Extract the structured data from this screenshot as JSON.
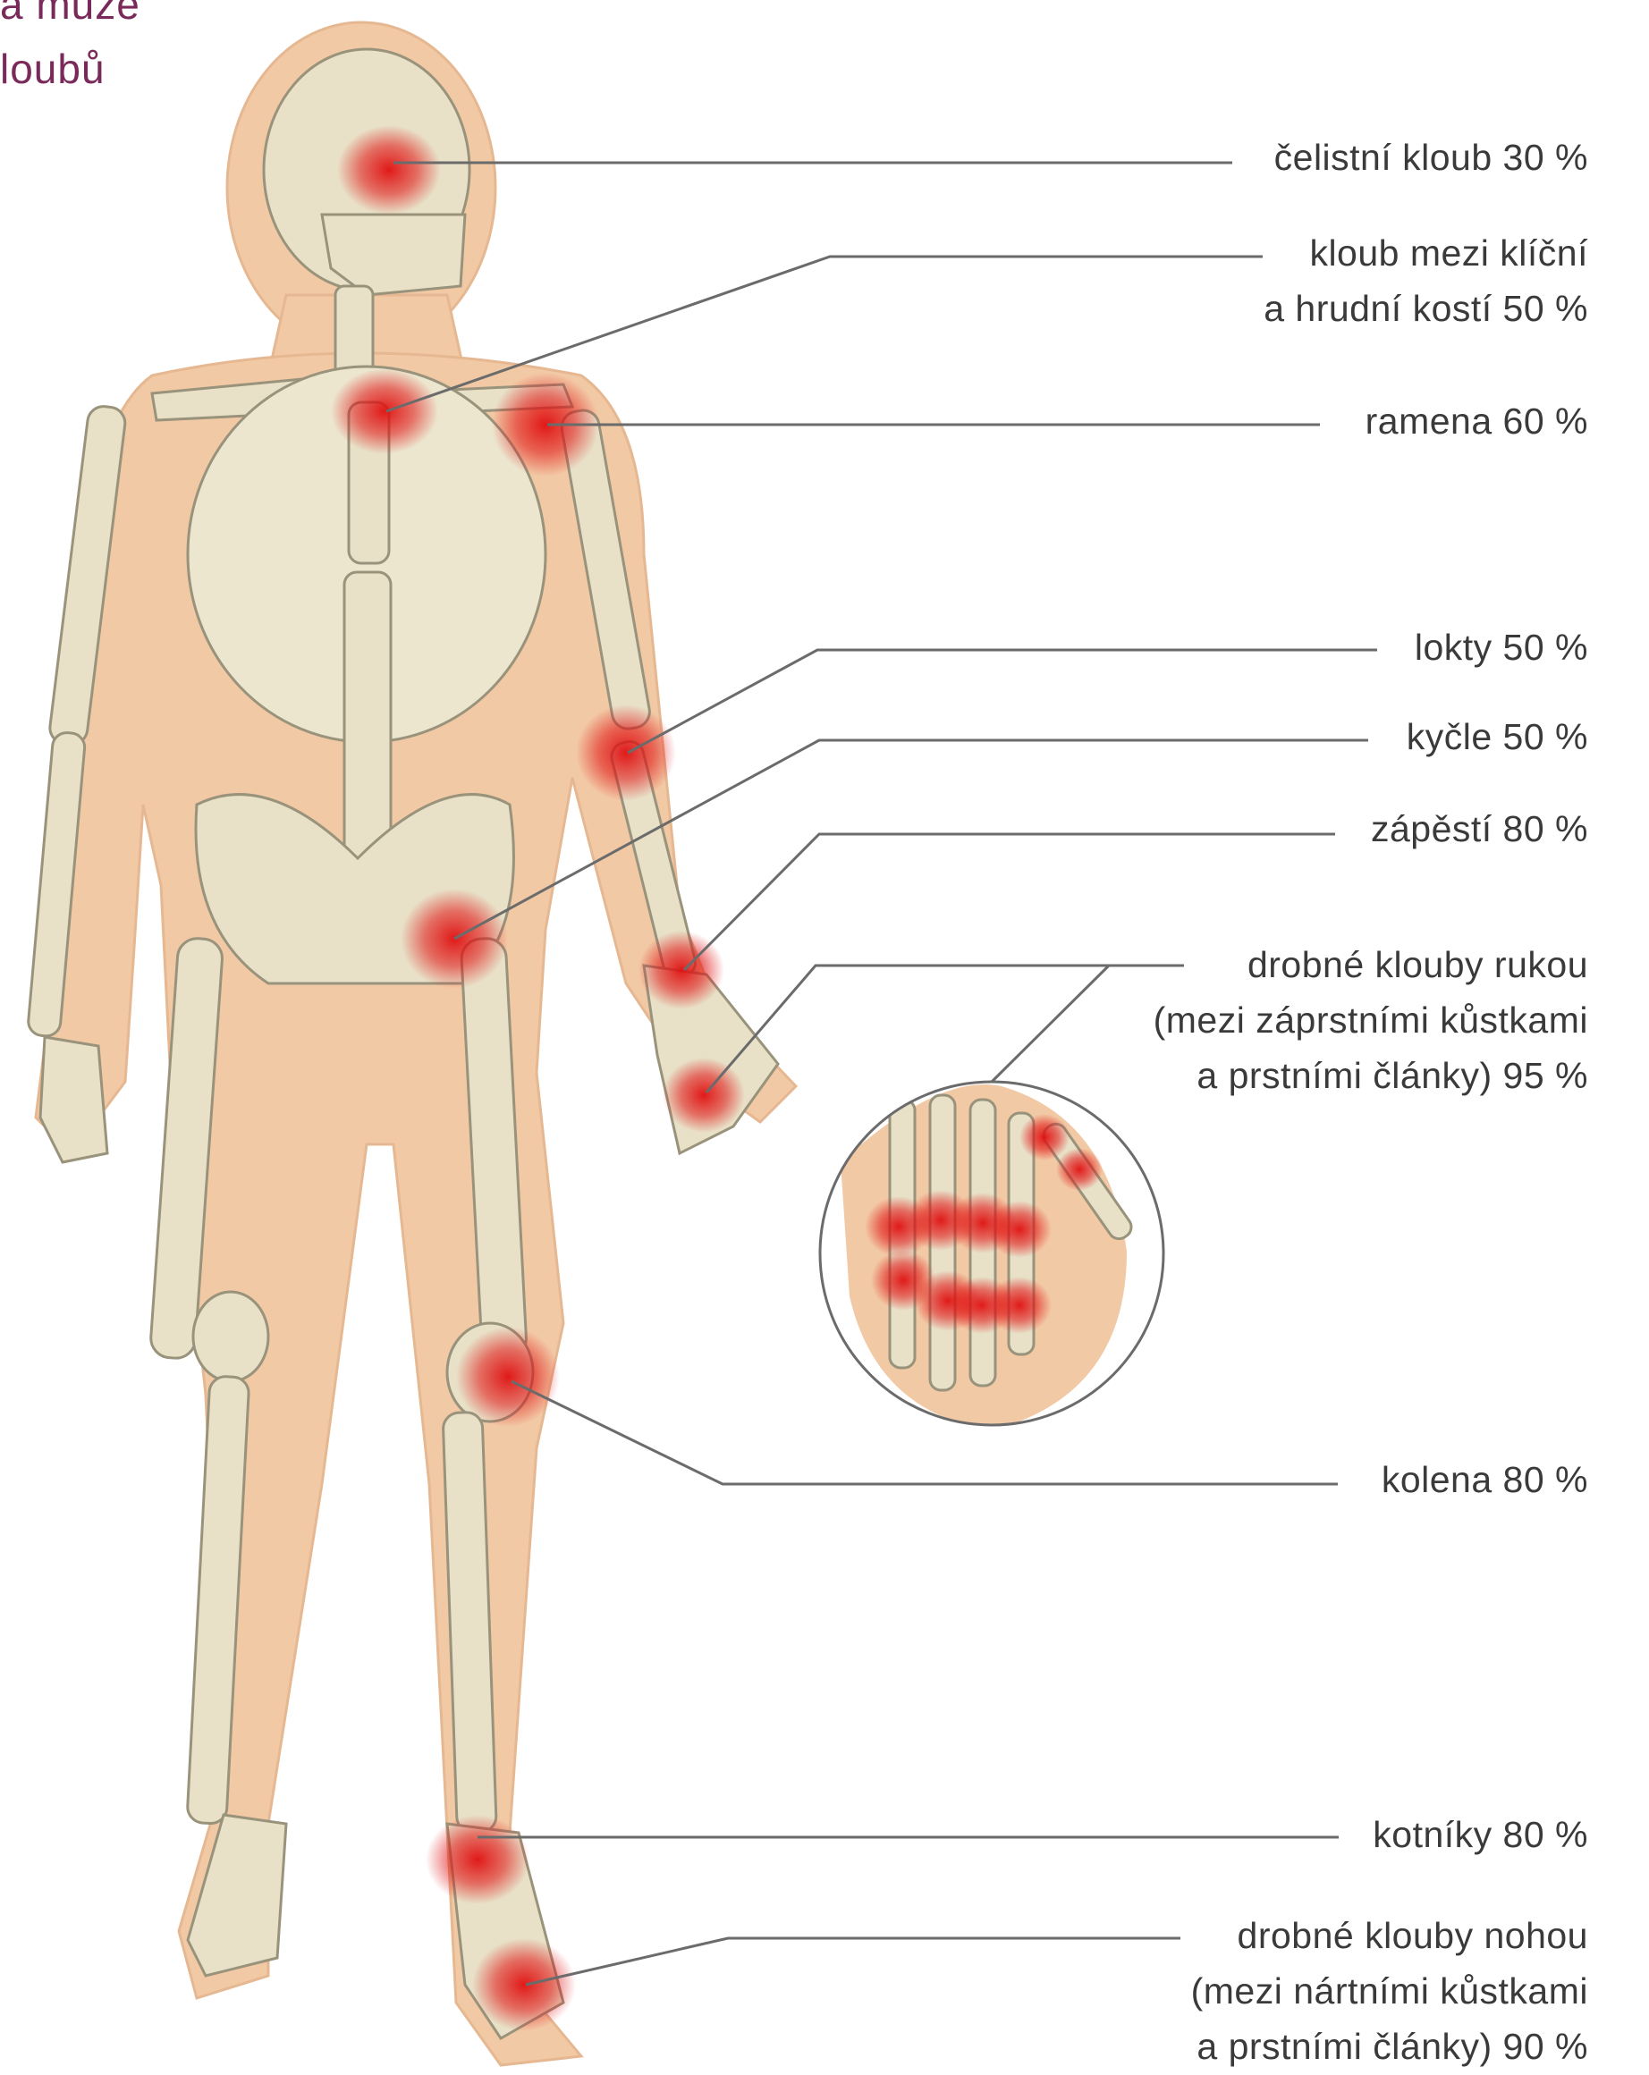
{
  "title": {
    "line1": "a může",
    "line2": "loubů"
  },
  "labels": [
    {
      "id": "jaw",
      "lines": [
        "čelistní kloub 30 %"
      ]
    },
    {
      "id": "sternoclavicular",
      "lines": [
        "kloub mezi klíční",
        "a hrudní kostí 50 %"
      ]
    },
    {
      "id": "shoulders",
      "lines": [
        "ramena 60 %"
      ]
    },
    {
      "id": "elbows",
      "lines": [
        "lokty 50 %"
      ]
    },
    {
      "id": "hips",
      "lines": [
        "kyčle 50 %"
      ]
    },
    {
      "id": "wrists",
      "lines": [
        "zápěstí 80 %"
      ]
    },
    {
      "id": "hand-joints",
      "lines": [
        "drobné klouby rukou",
        "(mezi záprstními kůstkami",
        "a prstními články) 95 %"
      ]
    },
    {
      "id": "knees",
      "lines": [
        "kolena 80 %"
      ]
    },
    {
      "id": "ankles",
      "lines": [
        "kotníky 80 %"
      ]
    },
    {
      "id": "foot-joints",
      "lines": [
        "drobné klouby nohou",
        "(mezi nártními kůstkami",
        "a prstními články) 90 %"
      ]
    }
  ],
  "colors": {
    "title": "#7a2a5a",
    "label_text": "#3a3a3a",
    "leader_line": "#6b6b6b",
    "body_silhouette": "#f2c9a5",
    "bone": "#e8e1c8",
    "bone_outline": "#9a937c",
    "inflammation": "#e01010"
  }
}
